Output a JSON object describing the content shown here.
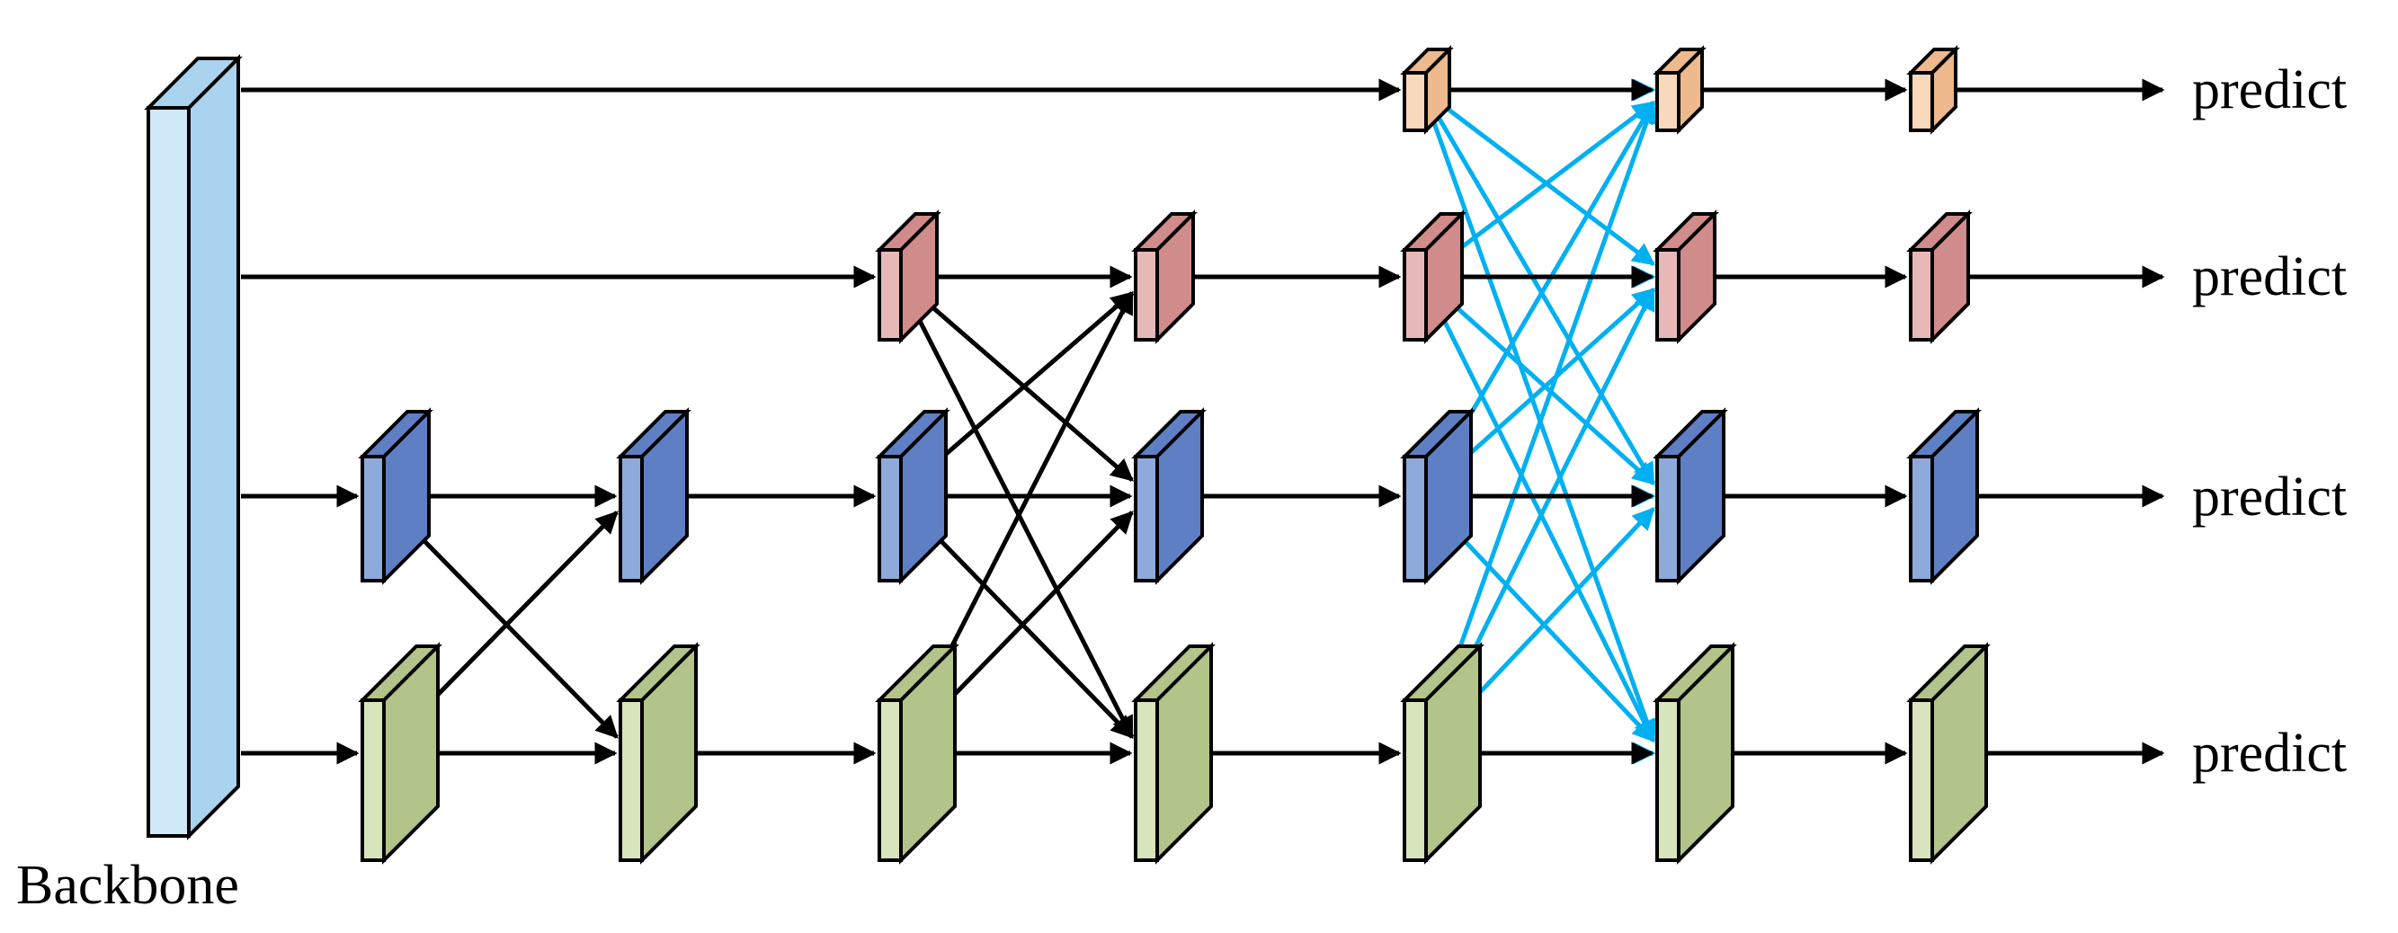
{
  "labels": {
    "backbone": "Backbone",
    "predict": [
      "predict",
      "predict",
      "predict",
      "predict"
    ]
  },
  "colors": {
    "backbone_front": "#d0e9f8",
    "backbone_side": "#a9d3ee",
    "level_1_front": "#f9d9bb",
    "level_1_side": "#eeb98c",
    "level_2_front": "#e6b8b7",
    "level_2_side": "#d08c8a",
    "level_3_front": "#8eaadb",
    "level_3_side": "#5f7fc4",
    "level_4_front": "#d8e4bc",
    "level_4_side": "#b2c48a",
    "black_arrow": "#000000",
    "blue_arrow": "#00b0f0"
  }
}
